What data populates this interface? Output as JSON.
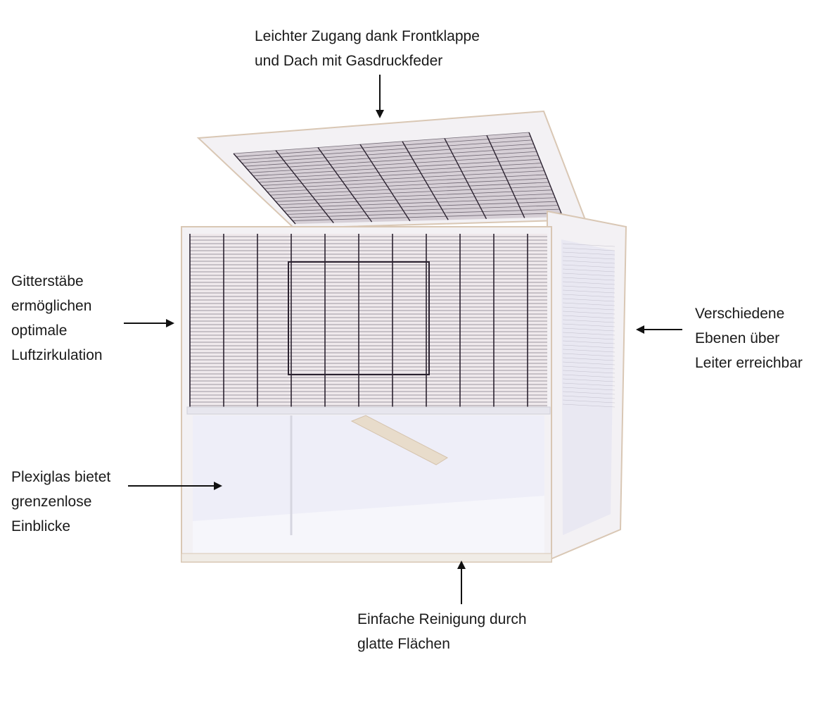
{
  "callouts": {
    "top": {
      "lines": [
        "Leichter Zugang dank Frontklappe",
        "und Dach mit Gasdruckfeder"
      ]
    },
    "left_upper": {
      "lines": [
        "Gitterstäbe",
        "ermöglichen",
        "optimale",
        "Luftzirkulation"
      ]
    },
    "right": {
      "lines": [
        "Verschiedene",
        "Ebenen über",
        "Leiter erreichbar"
      ]
    },
    "left_lower": {
      "lines": [
        "Plexiglas bietet",
        "grenzenlose",
        "Einblicke"
      ]
    },
    "bottom": {
      "lines": [
        "Einfache Reinigung durch",
        "glatte Flächen"
      ]
    }
  },
  "colors": {
    "frame": "#f3f1f4",
    "frame_edge": "#d9c7b4",
    "bars": "#2b2230",
    "glass": "#eeeef8",
    "ramp": "#e8dccb",
    "arrow": "#111111"
  },
  "icons": [
    "arrow-down-icon",
    "arrow-right-icon",
    "arrow-left-icon",
    "arrow-up-icon"
  ]
}
